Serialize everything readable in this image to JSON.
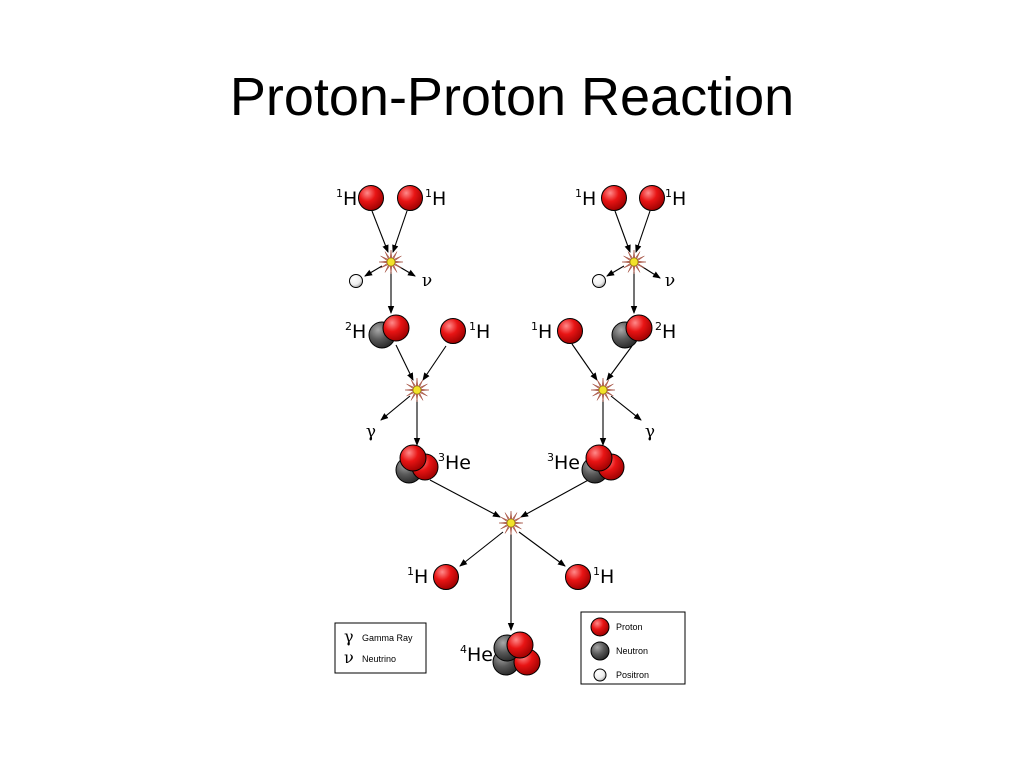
{
  "slide": {
    "title": "Proton-Proton Reaction"
  },
  "colors": {
    "proton": "#dd1111",
    "neutron": "#555555",
    "positron": "#e8e8e8",
    "burst": "#f2e22a"
  },
  "isotopes": {
    "h1": {
      "mass": "1",
      "symbol": "H"
    },
    "h2": {
      "mass": "2",
      "symbol": "H"
    },
    "he3": {
      "mass": "3",
      "symbol": "He"
    },
    "he4": {
      "mass": "4",
      "symbol": "He"
    }
  },
  "emissions": {
    "gamma": "γ",
    "neutrino": "ν"
  },
  "legend_emissions": [
    {
      "symbol": "γ",
      "label": "Gamma Ray"
    },
    {
      "symbol": "ν",
      "label": "Neutrino"
    }
  ],
  "legend_particles": [
    {
      "particle": "proton",
      "label": "Proton"
    },
    {
      "particle": "neutron",
      "label": "Neutron"
    },
    {
      "particle": "positron",
      "label": "Positron"
    }
  ]
}
